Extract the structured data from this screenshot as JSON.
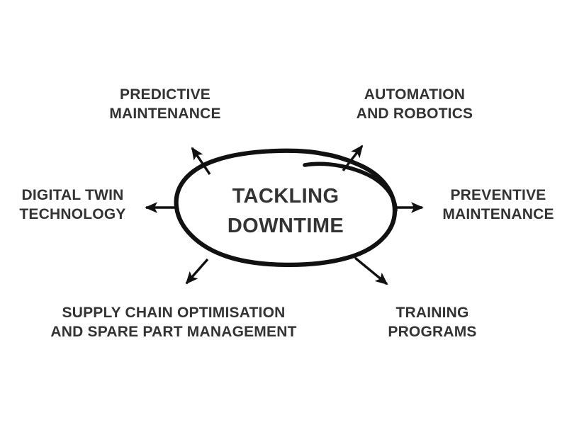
{
  "diagram": {
    "title": "TACKLING DOWNTIME",
    "center": {
      "name": "tackling-downtime",
      "line1": "TACKLING",
      "line2": "DOWNTIME",
      "shape": "hand-drawn-ellipse"
    },
    "colors": {
      "background": "#ffffff",
      "text": "#333333",
      "stroke": "#111111"
    },
    "branches": [
      {
        "name": "predictive-maintenance",
        "line1": "PREDICTIVE",
        "line2": "MAINTENANCE",
        "arrow": "up-left"
      },
      {
        "name": "automation-and-robotics",
        "line1": "AUTOMATION",
        "line2": "AND ROBOTICS",
        "arrow": "up-right"
      },
      {
        "name": "digital-twin-technology",
        "line1": "DIGITAL TWIN",
        "line2": "TECHNOLOGY",
        "arrow": "left"
      },
      {
        "name": "preventive-maintenance",
        "line1": "PREVENTIVE",
        "line2": "MAINTENANCE",
        "arrow": "right"
      },
      {
        "name": "supply-chain-optimisation",
        "line1": "SUPPLY CHAIN OPTIMISATION",
        "line2": "AND SPARE PART MANAGEMENT",
        "arrow": "down-left"
      },
      {
        "name": "training-programs",
        "line1": "TRAINING",
        "line2": "PROGRAMS",
        "arrow": "down-right"
      }
    ]
  }
}
